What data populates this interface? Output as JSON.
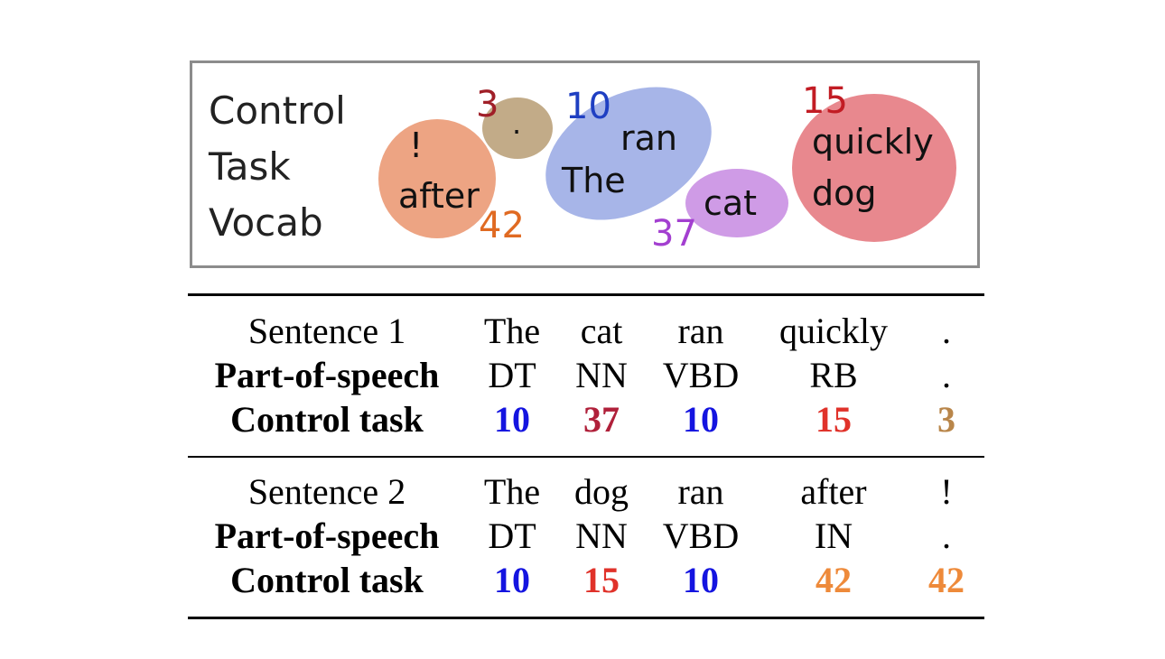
{
  "vocab": {
    "label_lines": [
      "Control",
      "Task",
      "Vocab"
    ],
    "clusters": [
      {
        "label": "42",
        "words": [
          "!",
          "after"
        ],
        "fill": "#eda483",
        "label_color": "#e06a22"
      },
      {
        "label": "3",
        "words": [
          "."
        ],
        "fill": "#c2ab88",
        "label_color": "#a01f28"
      },
      {
        "label": "10",
        "words": [
          "ran",
          "The"
        ],
        "fill": "#a7b5e8",
        "label_color": "#1f3fc2"
      },
      {
        "label": "37",
        "words": [
          "cat"
        ],
        "fill": "#cf9be6",
        "label_color": "#a33fd0"
      },
      {
        "label": "15",
        "words": [
          "quickly",
          "dog"
        ],
        "fill": "#e8888e",
        "label_color": "#c21c24"
      }
    ]
  },
  "table": {
    "blocks": [
      {
        "sentence_label": "Sentence 1",
        "words": [
          "The",
          "cat",
          "ran",
          "quickly",
          "."
        ],
        "pos_label": "Part-of-speech",
        "pos": [
          "DT",
          "NN",
          "VBD",
          "RB",
          "."
        ],
        "control_label": "Control task",
        "control": [
          "10",
          "37",
          "10",
          "15",
          "3"
        ],
        "control_colors": [
          "#1414e0",
          "#b0203a",
          "#1414e0",
          "#e0322a",
          "#b9864a"
        ]
      },
      {
        "sentence_label": "Sentence 2",
        "words": [
          "The",
          "dog",
          "ran",
          "after",
          "!"
        ],
        "pos_label": "Part-of-speech",
        "pos": [
          "DT",
          "NN",
          "VBD",
          "IN",
          "."
        ],
        "control_label": "Control task",
        "control": [
          "10",
          "15",
          "10",
          "42",
          "42"
        ],
        "control_colors": [
          "#1414e0",
          "#e0322a",
          "#1414e0",
          "#ee8a3a",
          "#ee8a3a"
        ]
      }
    ]
  }
}
